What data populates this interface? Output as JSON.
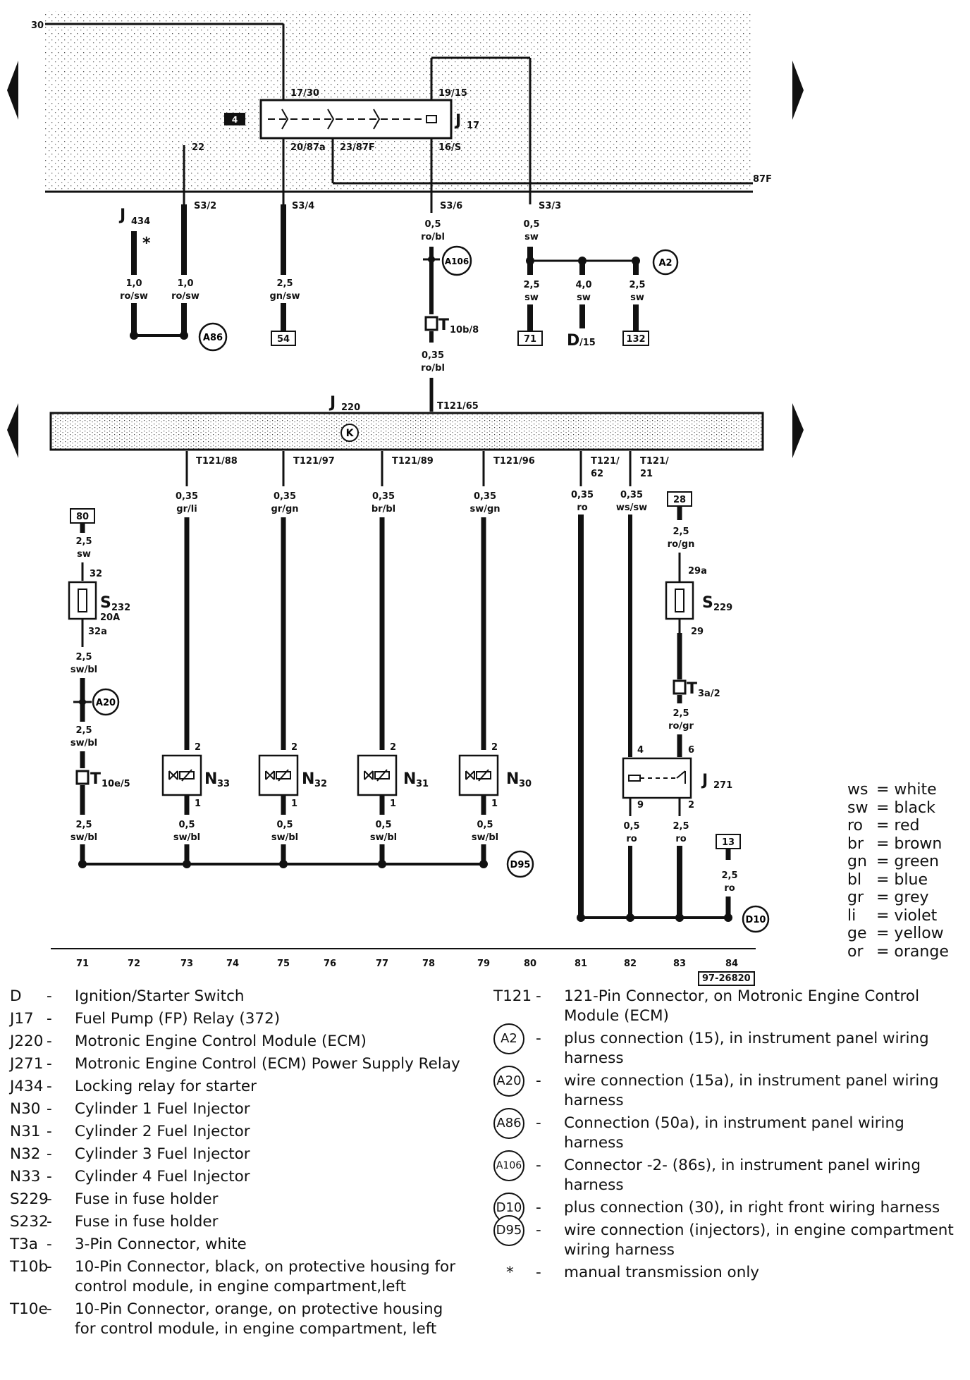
{
  "wires": {
    "fused_30": "30",
    "circuit_87F": "87F",
    "relay_J17": {
      "pin_17_30": "17/30",
      "pin_19_15": "19/15",
      "pin_20_87a": "20/87a",
      "pin_23_87F": "23/87F",
      "pin_16_S": "16/S",
      "pin_22": "22"
    },
    "tag_4": "4",
    "S3_2": "S3/2",
    "S3_4": "S3/4",
    "S3_6": "S3/6",
    "S3_3": "S3/3",
    "w_1_0_a": "1,0",
    "w_ro_sw_a": "ro/sw",
    "w_1_0_b": "1,0",
    "w_ro_sw_b": "ro/sw",
    "w_2_5_gnsw": "2,5",
    "w_gn_sw": "gn/sw",
    "w_0_5_robl": "0,5",
    "w_ro_bl": "ro/bl",
    "w_0_5_sw": "0,5",
    "w_sw": "sw",
    "w_2_5_sw_a": "2,5",
    "w_sw_a": "sw",
    "w_4_0_sw": "4,0",
    "w_sw_b": "sw",
    "w_2_5_sw_c": "2,5",
    "w_sw_c": "sw",
    "w_0_35_robl": "0,35",
    "w_ro_bl2": "ro/bl",
    "ref_54": "54",
    "ref_71": "71",
    "ref_132": "132",
    "ref_D15_main": "D",
    "ref_D15_sub": "/15",
    "T10b8_main": "T",
    "T10b8_sub": "10b/8",
    "star": "*",
    "J434_main": "J",
    "J434_sub": "434",
    "J220_main": "J",
    "J220_sub": "220",
    "T121_65": "T121/65",
    "K": "K",
    "T121_88": "T121/88",
    "T121_97": "T121/97",
    "T121_89": "T121/89",
    "T121_96": "T121/96",
    "T121_62a": "T121/",
    "T121_62b": "62",
    "T121_21a": "T121/",
    "T121_21b": "21",
    "w88_a": "0,35",
    "w88_b": "gr/li",
    "w97_a": "0,35",
    "w97_b": "gr/gn",
    "w89_a": "0,35",
    "w89_b": "br/bl",
    "w96_a": "0,35",
    "w96_b": "sw/gn",
    "w62_a": "0,35",
    "w62_b": "ro",
    "w21_a": "0,35",
    "w21_b": "ws/sw",
    "ref_80": "80",
    "ref_28": "28",
    "ref_13": "13",
    "w80_a": "2,5",
    "w80_b": "sw",
    "S232_pin32": "32",
    "S232_pin32a": "32a",
    "S232_main": "S",
    "S232_sub": "232",
    "S232_amp": "20A",
    "w_swbl_1a": "2,5",
    "w_swbl_1b": "sw/bl",
    "w_swbl_2a": "2,5",
    "w_swbl_2b": "sw/bl",
    "T10e5_main": "T",
    "T10e5_sub": "10e/5",
    "w_swbl_3a": "2,5",
    "w_swbl_3b": "sw/bl",
    "w28_a": "2,5",
    "w28_b": "ro/gn",
    "S229_pin29a": "29a",
    "S229_pin29": "29",
    "S229_main": "S",
    "S229_sub": "229",
    "T3a2_main": "T",
    "T3a2_sub": "3a/2",
    "w_rogr_a": "2,5",
    "w_rogr_b": "ro/gr",
    "inj_pin2": "2",
    "inj_pin1": "1",
    "N33_main": "N",
    "N33_sub": "33",
    "N32_main": "N",
    "N32_sub": "32",
    "N31_main": "N",
    "N31_sub": "31",
    "N30_main": "N",
    "N30_sub": "30",
    "inj_w_a": "0,5",
    "inj_w_b": "sw/bl",
    "J271_pin4": "4",
    "J271_pin6": "6",
    "J271_pin9": "9",
    "J271_pin2": "2",
    "J271_main": "J",
    "J271_sub": "271",
    "w_j271_9a": "0,5",
    "w_j271_9b": "ro",
    "w_j271_2a": "2,5",
    "w_j271_2b": "ro",
    "w13_a": "2,5",
    "w13_b": "ro"
  },
  "connections": {
    "A2": "A2",
    "A20": "A20",
    "A86": "A86",
    "A106": "A106",
    "D10": "D10",
    "D95": "D95"
  },
  "tracks": [
    "71",
    "72",
    "73",
    "74",
    "75",
    "76",
    "77",
    "78",
    "79",
    "80",
    "81",
    "82",
    "83",
    "84"
  ],
  "figure_id": "97-26820",
  "color_key": [
    {
      "abbr": "ws",
      "color": "white"
    },
    {
      "abbr": "sw",
      "color": "black"
    },
    {
      "abbr": "ro",
      "color": "red"
    },
    {
      "abbr": "br",
      "color": "brown"
    },
    {
      "abbr": "gn",
      "color": "green"
    },
    {
      "abbr": "bl",
      "color": "blue"
    },
    {
      "abbr": "gr",
      "color": "grey"
    },
    {
      "abbr": "li",
      "color": "violet"
    },
    {
      "abbr": "ge",
      "color": "yellow"
    },
    {
      "abbr": "or",
      "color": "orange"
    }
  ],
  "legend_left": [
    {
      "code": "D",
      "desc": "Ignition/Starter Switch"
    },
    {
      "code": "J17",
      "desc": "Fuel Pump (FP) Relay (372)"
    },
    {
      "code": "J220",
      "desc": "Motronic Engine Control Module (ECM)"
    },
    {
      "code": "J271",
      "desc": "Motronic Engine Control (ECM) Power Supply Relay"
    },
    {
      "code": "J434",
      "desc": "Locking relay for starter"
    },
    {
      "code": "N30",
      "desc": "Cylinder 1 Fuel Injector"
    },
    {
      "code": "N31",
      "desc": "Cylinder 2 Fuel Injector"
    },
    {
      "code": "N32",
      "desc": "Cylinder 3 Fuel Injector"
    },
    {
      "code": "N33",
      "desc": "Cylinder 4 Fuel Injector"
    },
    {
      "code": "S229",
      "desc": "Fuse in fuse holder"
    },
    {
      "code": "S232",
      "desc": "Fuse in fuse holder"
    },
    {
      "code": "T3a",
      "desc": "3-Pin Connector, white"
    },
    {
      "code": "T10b",
      "desc": "10-Pin Connector, black, on protective housing for control module, in engine compartment,left"
    },
    {
      "code": "T10e",
      "desc": "10-Pin Connector, orange, on protective housing for control module, in engine compartment, left"
    }
  ],
  "legend_right": [
    {
      "code": "T121",
      "desc": "121-Pin Connector, on Motronic Engine Control Module (ECM)"
    },
    {
      "code": "A2",
      "desc": "plus connection (15), in instrument panel wiring harness"
    },
    {
      "code": "A20",
      "desc": "wire connection (15a), in instrument panel wiring harness"
    },
    {
      "code": "A86",
      "desc": "Connection (50a), in instrument panel wiring harness"
    },
    {
      "code": "A106",
      "desc": "Connector -2- (86s), in instrument panel wiring harness"
    },
    {
      "code": "D10",
      "desc": "plus connection (30), in right front wiring harness"
    },
    {
      "code": "D95",
      "desc": "wire connection (injectors), in engine compartment wiring harness"
    },
    {
      "code": "*",
      "desc": "manual transmission only"
    }
  ],
  "dash": "-",
  "nav": {
    "left_icon": "left-arrow-icon",
    "right_icon": "right-arrow-icon"
  }
}
